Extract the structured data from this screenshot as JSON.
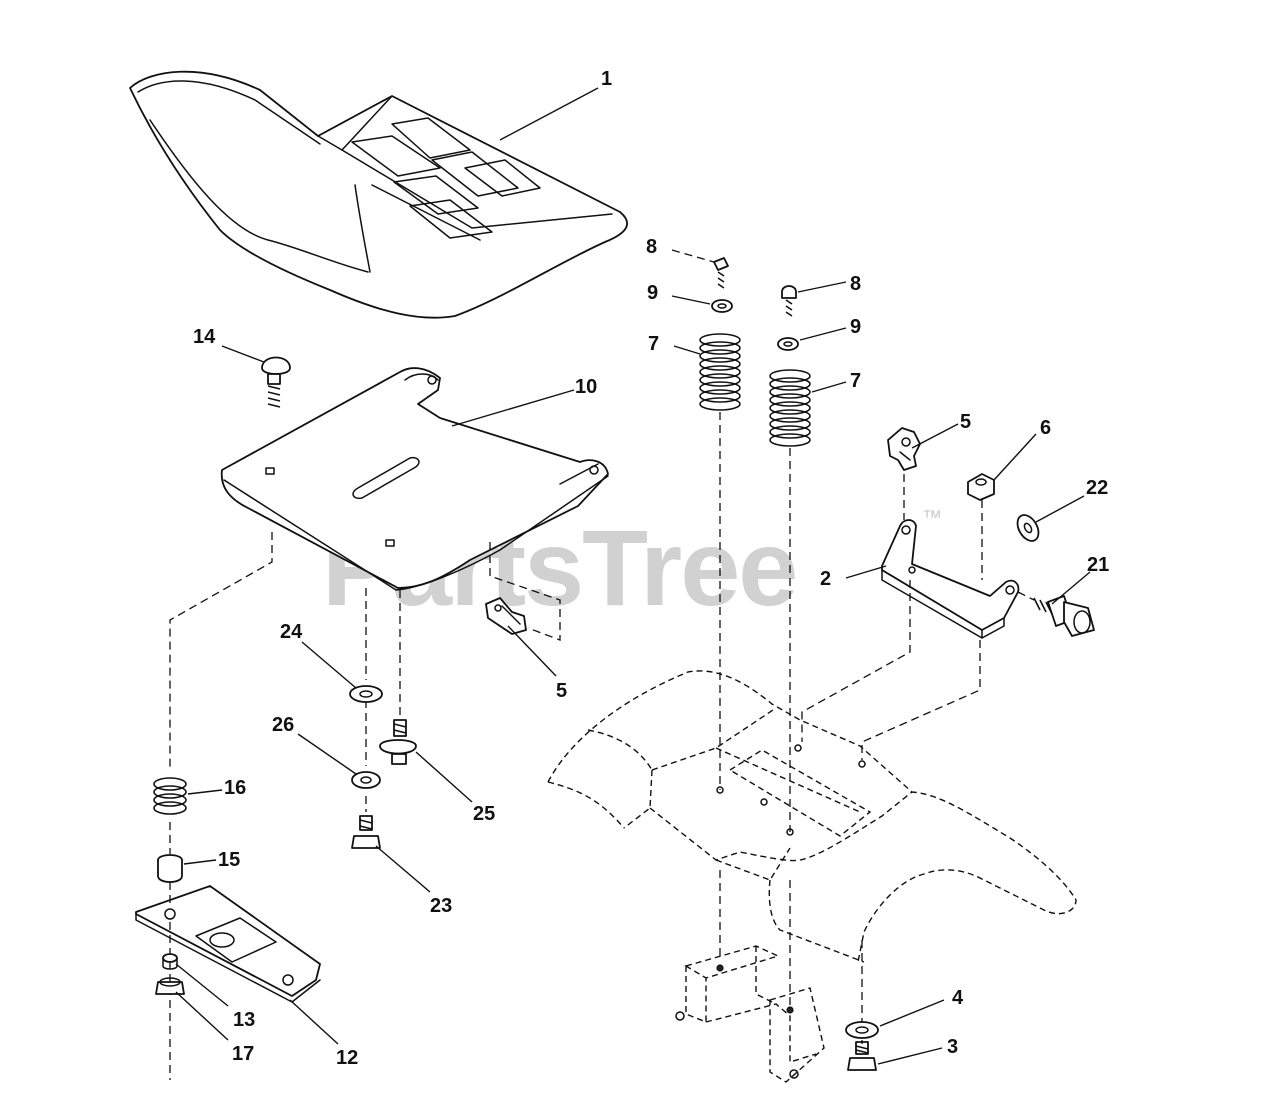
{
  "watermark": {
    "text": "PartsTree",
    "trademark": "™"
  },
  "callouts": {
    "seat": "1",
    "hinge_bracket": "2",
    "bolt_bottom": "3",
    "washer_bottom": "4",
    "clip_upper": "5",
    "clip_lower": "5",
    "nut_upper": "6",
    "spring_left": "7",
    "spring_right": "7",
    "bolt_left": "8",
    "bolt_right": "8",
    "washer_left": "9",
    "washer_right": "9",
    "seat_pan": "10",
    "slide_plate": "12",
    "nut_13": "13",
    "carriage_bolt": "14",
    "spacer": "15",
    "spring_16": "16",
    "nut_17": "17",
    "shoulder_bolt": "21",
    "washer_22": "22",
    "nut_23": "23",
    "washer_24": "24",
    "screw_25": "25",
    "washer_26": "26"
  }
}
